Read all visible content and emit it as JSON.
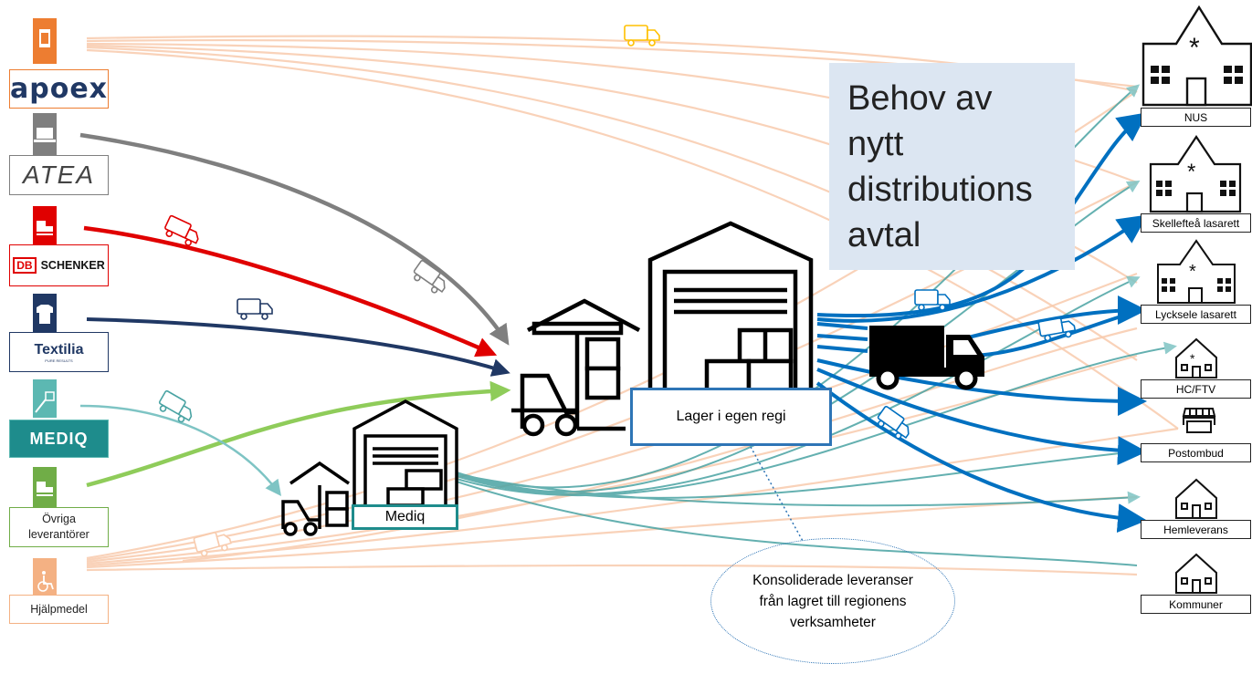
{
  "suppliers": {
    "apoex": {
      "logo_text": "apoex",
      "color": "#ed7d31"
    },
    "atea": {
      "logo_text": "ATEA",
      "color": "#7f7f7f"
    },
    "schenker": {
      "logo_badge": "DB",
      "logo_text": "SCHENKER",
      "color": "#e00000"
    },
    "textilia": {
      "logo_text": "Textilia",
      "logo_tagline": "PURE RESULTS",
      "color": "#203864"
    },
    "mediq": {
      "logo_text": "MEDIQ",
      "color": "#5cb8b2"
    },
    "ovriga": {
      "label": "Övriga leverantörer",
      "color": "#70ad47"
    },
    "hjalpmedel": {
      "label": "Hjälpmedel",
      "color": "#f4b183"
    }
  },
  "warehouses": {
    "main": {
      "label": "Lager i egen regi"
    },
    "mediq": {
      "label": "Mediq"
    }
  },
  "callout": {
    "lines": [
      "Behov av",
      "nytt",
      "distributions",
      "avtal"
    ]
  },
  "consolidation_note": {
    "lines": [
      "Konsoliderade leveranser",
      "från lagret till regionens",
      "verksamheter"
    ]
  },
  "destinations": [
    {
      "label": "NUS"
    },
    {
      "label": "Skellefteå lasarett"
    },
    {
      "label": "Lycksele lasarett"
    },
    {
      "label": "HC/FTV"
    },
    {
      "label": "Postombud"
    },
    {
      "label": "Hemleverans"
    },
    {
      "label": "Kommuner"
    }
  ],
  "colors": {
    "distribution": "#0070c0",
    "mediq_flow": "#4aa3a3",
    "peach": "#f8cbad",
    "callout_bg": "#dce6f2"
  }
}
